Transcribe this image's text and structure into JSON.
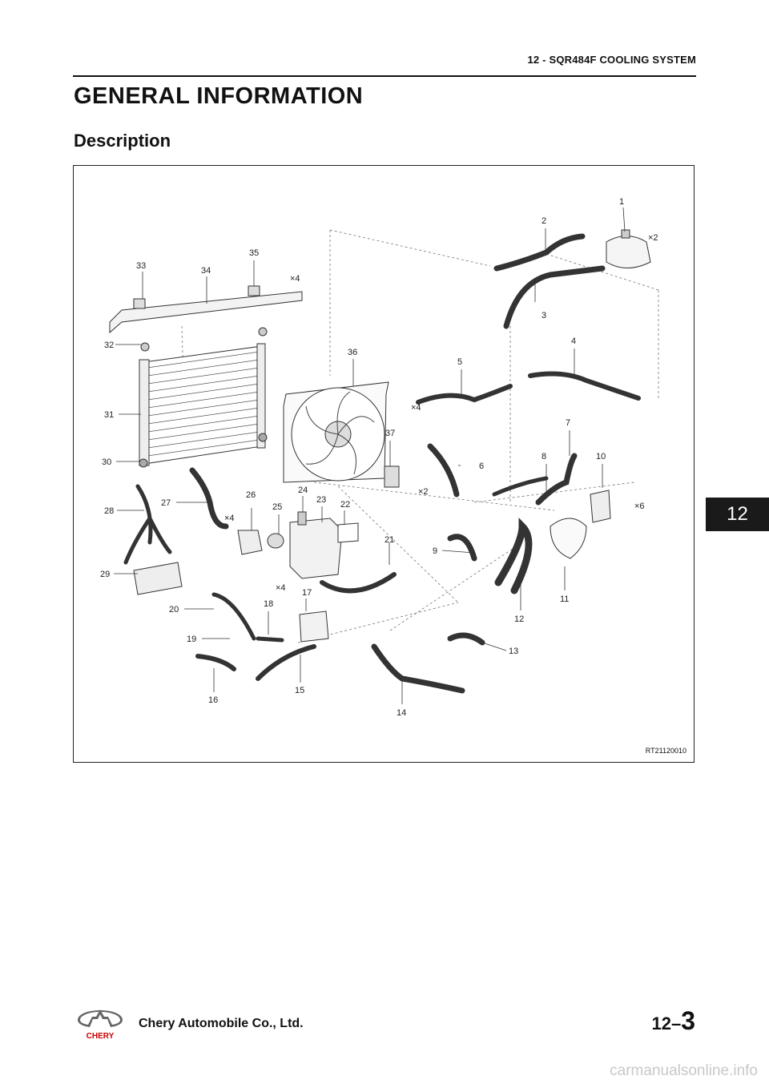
{
  "header": {
    "section": "12 - SQR484F COOLING SYSTEM"
  },
  "title": "GENERAL INFORMATION",
  "subtitle": "Description",
  "figure": {
    "code": "RT21120010",
    "labels": [
      "1",
      "2",
      "3",
      "4",
      "5",
      "6",
      "7",
      "8",
      "9",
      "10",
      "11",
      "12",
      "13",
      "14",
      "15",
      "16",
      "17",
      "18",
      "19",
      "20",
      "21",
      "22",
      "23",
      "24",
      "25",
      "26",
      "27",
      "28",
      "29",
      "30",
      "31",
      "32",
      "33",
      "34",
      "35",
      "36",
      "37"
    ],
    "qty": {
      "x2a": "×2",
      "x4a": "×4",
      "x4b": "×4",
      "x2b": "×2",
      "x6": "×6",
      "x4c": "×4",
      "x4d": "×4"
    }
  },
  "tab": "12",
  "footer": {
    "company": "Chery Automobile Co., Ltd.",
    "brand": "CHERY",
    "page_section": "12–",
    "page_num": "3"
  },
  "watermark": "carmanualsonline.info"
}
